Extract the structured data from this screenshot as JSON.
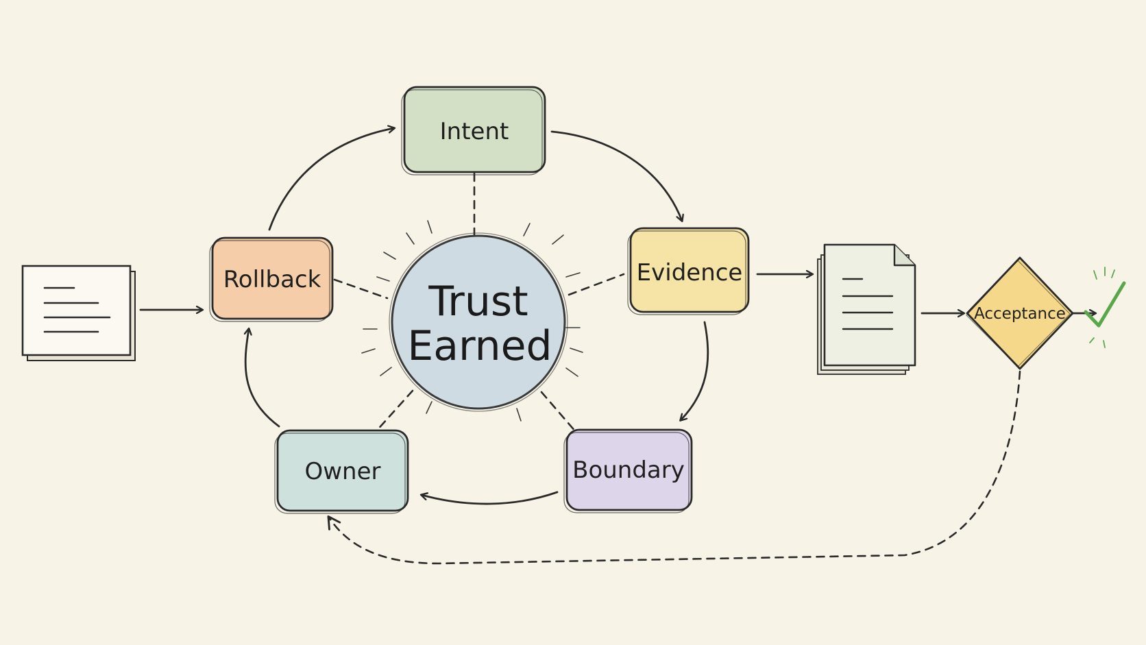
{
  "center": {
    "line1": "Trust",
    "line2": "Earned",
    "color": "#cfdbe3"
  },
  "nodes": {
    "intent": {
      "label": "Intent",
      "color": "#d4e0c6"
    },
    "evidence": {
      "label": "Evidence",
      "color": "#f6e3a6"
    },
    "boundary": {
      "label": "Boundary",
      "color": "#ddd5e9"
    },
    "owner": {
      "label": "Owner",
      "color": "#cfe1dd"
    },
    "rollback": {
      "label": "Rollback",
      "color": "#f5cda8"
    }
  },
  "decision": {
    "label": "Acceptance",
    "color": "#f6d88a"
  },
  "icons": {
    "input": "document-icon",
    "output": "stacked-documents-icon",
    "done": "checkmark-icon",
    "done_color": "#5aa64a"
  }
}
